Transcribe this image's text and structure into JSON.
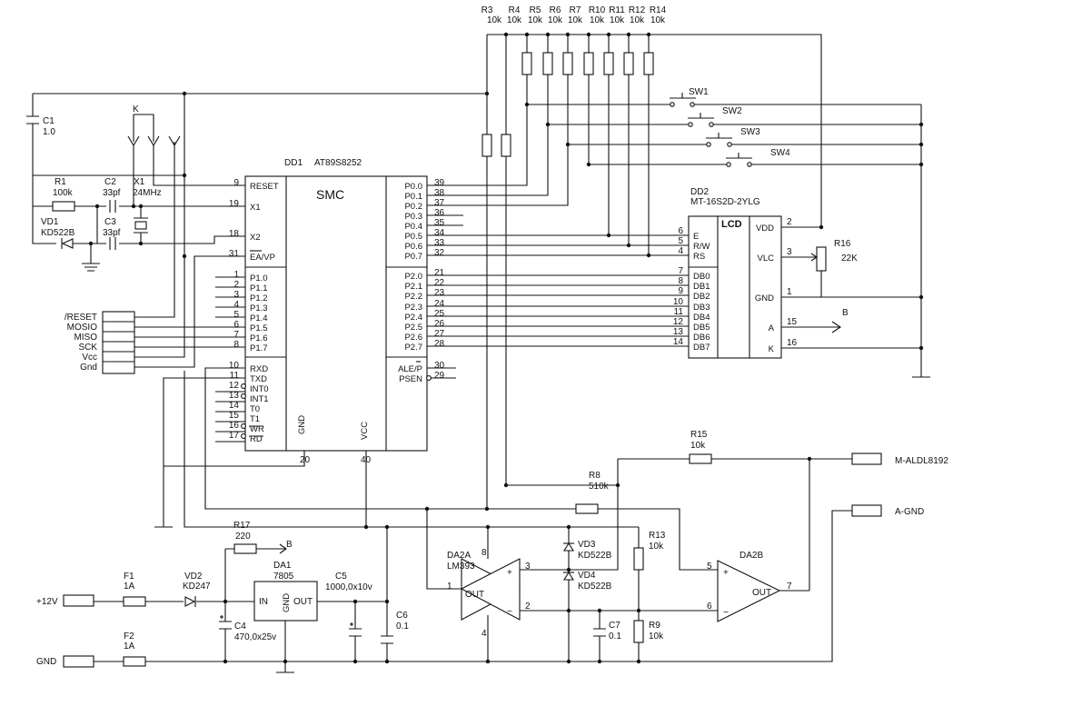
{
  "mcu": {
    "ref": "DD1",
    "part": "AT89S8252",
    "core": "SMC",
    "left_pins": [
      {
        "num": "9",
        "name": "RESET"
      },
      {
        "num": "19",
        "name": "X1"
      },
      {
        "num": "18",
        "name": "X2"
      },
      {
        "num": "31",
        "name": "EA/VP"
      },
      {
        "num": "1",
        "name": "P1.0"
      },
      {
        "num": "2",
        "name": "P1.1"
      },
      {
        "num": "3",
        "name": "P1.2"
      },
      {
        "num": "4",
        "name": "P1.3"
      },
      {
        "num": "5",
        "name": "P1.4"
      },
      {
        "num": "6",
        "name": "P1.5"
      },
      {
        "num": "7",
        "name": "P1.6"
      },
      {
        "num": "8",
        "name": "P1.7"
      },
      {
        "num": "10",
        "name": "RXD"
      },
      {
        "num": "11",
        "name": "TXD"
      },
      {
        "num": "12",
        "name": "INT0"
      },
      {
        "num": "13",
        "name": "INT1"
      },
      {
        "num": "14",
        "name": "T0"
      },
      {
        "num": "15",
        "name": "T1"
      },
      {
        "num": "16",
        "name": "WR"
      },
      {
        "num": "17",
        "name": "RD"
      }
    ],
    "right_pins": [
      {
        "num": "39",
        "name": "P0.0"
      },
      {
        "num": "38",
        "name": "P0.1"
      },
      {
        "num": "37",
        "name": "P0.2"
      },
      {
        "num": "36",
        "name": "P0.3"
      },
      {
        "num": "35",
        "name": "P0.4"
      },
      {
        "num": "34",
        "name": "P0.5"
      },
      {
        "num": "33",
        "name": "P0.6"
      },
      {
        "num": "32",
        "name": "P0.7"
      },
      {
        "num": "21",
        "name": "P2.0"
      },
      {
        "num": "22",
        "name": "P2.1"
      },
      {
        "num": "23",
        "name": "P2.2"
      },
      {
        "num": "24",
        "name": "P2.3"
      },
      {
        "num": "25",
        "name": "P2.4"
      },
      {
        "num": "26",
        "name": "P2.5"
      },
      {
        "num": "27",
        "name": "P2.6"
      },
      {
        "num": "28",
        "name": "P2.7"
      },
      {
        "num": "30",
        "name": "ALE/P"
      },
      {
        "num": "29",
        "name": "PSEN"
      }
    ],
    "gnd": {
      "name": "GND",
      "num": "20"
    },
    "vcc": {
      "name": "VCC",
      "num": "40"
    }
  },
  "lcd": {
    "ref": "DD2",
    "part": "MT-16S2D-2YLG",
    "title": "LCD",
    "ctrl_pins": [
      {
        "num": "6",
        "name": "E"
      },
      {
        "num": "5",
        "name": "R/W"
      },
      {
        "num": "4",
        "name": "RS"
      }
    ],
    "data_pins": [
      {
        "num": "7",
        "name": "DB0"
      },
      {
        "num": "8",
        "name": "DB1"
      },
      {
        "num": "9",
        "name": "DB2"
      },
      {
        "num": "10",
        "name": "DB3"
      },
      {
        "num": "11",
        "name": "DB4"
      },
      {
        "num": "12",
        "name": "DB5"
      },
      {
        "num": "13",
        "name": "DB6"
      },
      {
        "num": "14",
        "name": "DB7"
      }
    ],
    "power_pins": [
      {
        "num": "2",
        "name": "VDD"
      },
      {
        "num": "3",
        "name": "VLC"
      },
      {
        "num": "1",
        "name": "GND"
      },
      {
        "num": "15",
        "name": "A"
      },
      {
        "num": "16",
        "name": "K"
      }
    ]
  },
  "pullups": [
    {
      "ref": "R3",
      "val": "10k"
    },
    {
      "ref": "R4",
      "val": "10k"
    },
    {
      "ref": "R5",
      "val": "10k"
    },
    {
      "ref": "R6",
      "val": "10k"
    },
    {
      "ref": "R7",
      "val": "10k"
    },
    {
      "ref": "R10",
      "val": "10k"
    },
    {
      "ref": "R11",
      "val": "10k"
    },
    {
      "ref": "R12",
      "val": "10k"
    },
    {
      "ref": "R14",
      "val": "10k"
    }
  ],
  "switches": [
    "SW1",
    "SW2",
    "SW3",
    "SW4"
  ],
  "components": {
    "C1": {
      "ref": "C1",
      "val": "1.0"
    },
    "R1": {
      "ref": "R1",
      "val": "100k"
    },
    "C2": {
      "ref": "C2",
      "val": "33pf"
    },
    "X1": {
      "ref": "X1",
      "val": "24MHz"
    },
    "VD1": {
      "ref": "VD1",
      "val": "KD522B"
    },
    "C3": {
      "ref": "C3",
      "val": "33pf"
    },
    "R16": {
      "ref": "R16",
      "val": "22K"
    },
    "R15": {
      "ref": "R15",
      "val": "10k"
    },
    "R8": {
      "ref": "R8",
      "val": "510k"
    },
    "R17": {
      "ref": "R17",
      "val": "220"
    },
    "DA1": {
      "ref": "DA1",
      "val": "7805",
      "in": "IN",
      "gnd": "GND",
      "out": "OUT"
    },
    "C5": {
      "ref": "C5",
      "val": "1000,0x10v"
    },
    "C6": {
      "ref": "C6",
      "val": "0.1"
    },
    "F1": {
      "ref": "F1",
      "val": "1A"
    },
    "F2": {
      "ref": "F2",
      "val": "1A"
    },
    "VD2": {
      "ref": "VD2",
      "val": "KD247"
    },
    "C4": {
      "ref": "C4",
      "val": "470,0x25v"
    },
    "VD3": {
      "ref": "VD3",
      "val": "KD522B"
    },
    "VD4": {
      "ref": "VD4",
      "val": "KD522B"
    },
    "R13": {
      "ref": "R13",
      "val": "10k"
    },
    "C7": {
      "ref": "C7",
      "val": "0.1"
    },
    "R9": {
      "ref": "R9",
      "val": "10k"
    },
    "DA2A": {
      "ref": "DA2A",
      "val": "LM393",
      "out": "OUT"
    },
    "DA2B": {
      "ref": "DA2B",
      "out": "OUT"
    }
  },
  "isp": [
    "/RESET",
    "MOSIO",
    "MISO",
    "SCK",
    "Vcc",
    "Gnd"
  ],
  "k_label": "K",
  "b_label": "B",
  "connectors": {
    "plus12": "+12V",
    "gnd": "GND",
    "madl": "M-ALDL8192",
    "agnd": "A-GND"
  },
  "opamp_pins": {
    "a_plus": "3",
    "a_minus": "2",
    "a_out": "1",
    "a_v8": "8",
    "a_v4": "4",
    "b_plus": "5",
    "b_minus": "6",
    "b_out": "7"
  }
}
